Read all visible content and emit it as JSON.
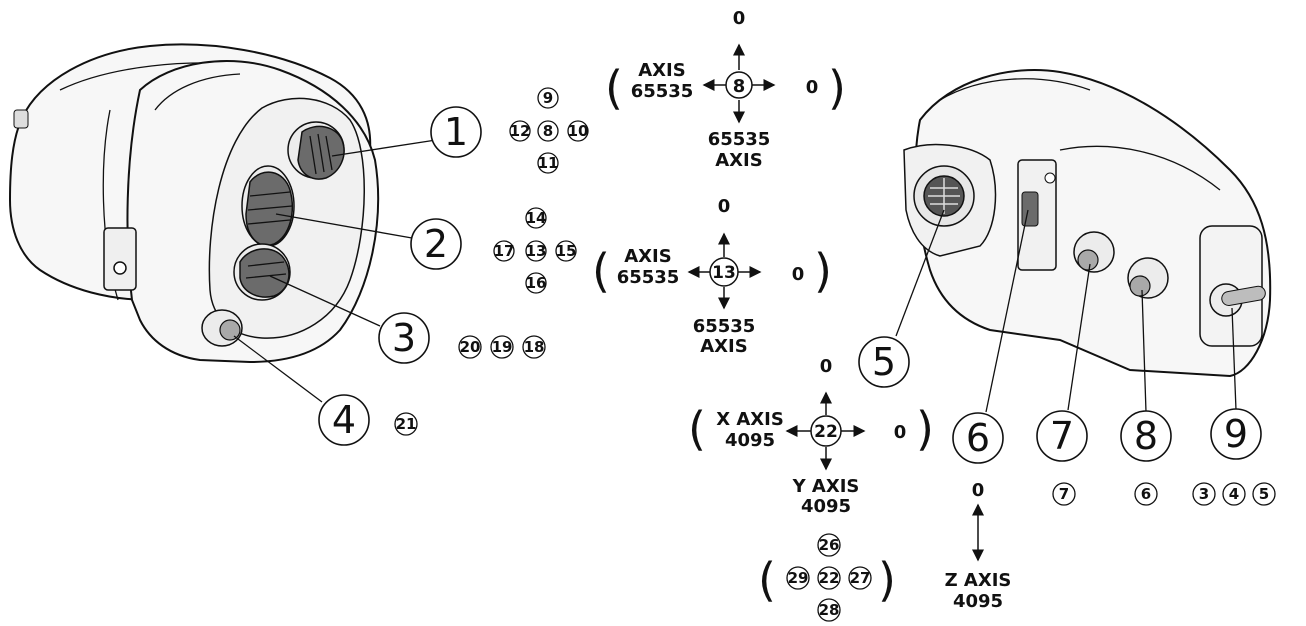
{
  "callouts_left": [
    "1",
    "2",
    "3",
    "4"
  ],
  "callouts_right": [
    "5",
    "6",
    "7",
    "8",
    "9"
  ],
  "button_map_1": {
    "up": "9",
    "left": "12",
    "center": "8",
    "right": "10",
    "down": "11"
  },
  "button_map_2": {
    "up": "14",
    "left": "17",
    "center": "13",
    "right": "15",
    "down": "16"
  },
  "button_row_3": [
    "20",
    "19",
    "18"
  ],
  "button_4": "21",
  "button_7": "7",
  "button_8": "6",
  "button_row_9": [
    "3",
    "4",
    "5"
  ],
  "axis_1": {
    "center": "8",
    "top": "0",
    "right": "0",
    "left_line1": "AXIS",
    "left_line2": "65535",
    "bottom_line1": "65535",
    "bottom_line2": "AXIS",
    "paren_open": "(",
    "paren_close": ")"
  },
  "axis_2": {
    "center": "13",
    "top": "0",
    "right": "0",
    "left_line1": "AXIS",
    "left_line2": "65535",
    "bottom_line1": "65535",
    "bottom_line2": "AXIS",
    "paren_open": "(",
    "paren_close": ")"
  },
  "axis_3": {
    "center": "22",
    "top": "0",
    "right": "0",
    "left_line1": "X AXIS",
    "left_line2": "4095",
    "bottom_line1": "Y AXIS",
    "bottom_line2": "4095",
    "paren_open": "(",
    "paren_close": ")"
  },
  "button_map_22": {
    "up": "26",
    "left": "29",
    "center": "22",
    "right": "27",
    "down": "28",
    "paren_open": "(",
    "paren_close": ")"
  },
  "z_axis": {
    "top": "0",
    "line1": "Z AXIS",
    "line2": "4095"
  }
}
